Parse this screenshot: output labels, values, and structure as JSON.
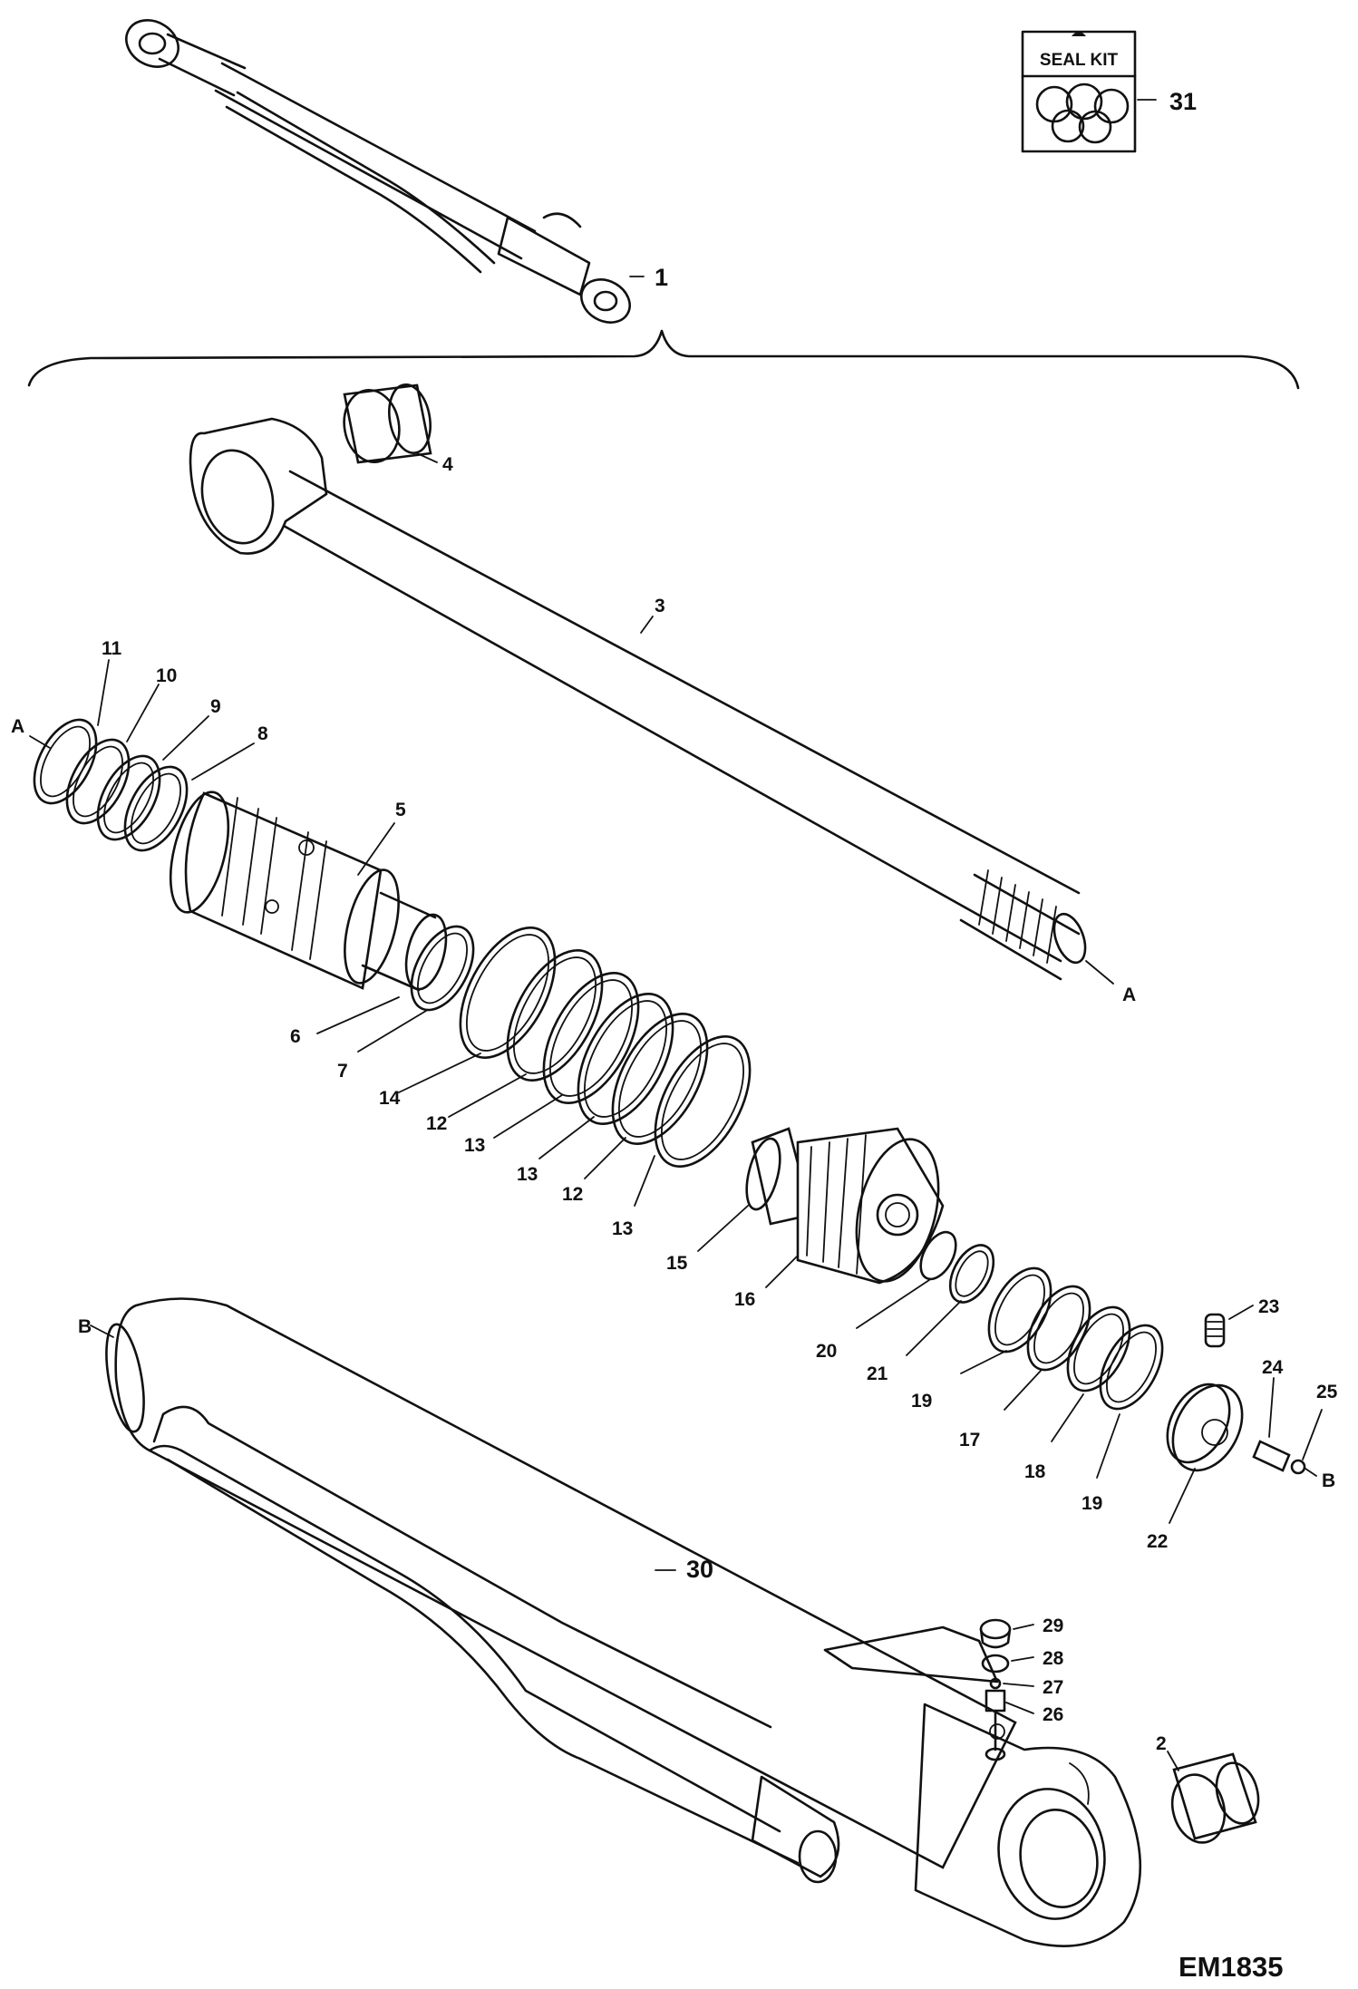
{
  "figure_id": "EM1835",
  "seal_kit": {
    "label": "SEAL KIT",
    "callout": "31"
  },
  "callouts": {
    "c1": "1",
    "c2": "2",
    "c3": "3",
    "c4": "4",
    "c5": "5",
    "c6": "6",
    "c7": "7",
    "c8": "8",
    "c9": "9",
    "c10": "10",
    "c11": "11",
    "c12a": "12",
    "c12b": "12",
    "c13a": "13",
    "c13b": "13",
    "c13c": "13",
    "c14": "14",
    "c15": "15",
    "c16": "16",
    "c17": "17",
    "c18": "18",
    "c19a": "19",
    "c19b": "19",
    "c20": "20",
    "c21": "21",
    "c22": "22",
    "c23": "23",
    "c24": "24",
    "c25": "25",
    "c26": "26",
    "c27": "27",
    "c28": "28",
    "c29": "29",
    "c30": "30",
    "refA1": "A",
    "refA2": "A",
    "refB1": "B",
    "refB2": "B"
  }
}
